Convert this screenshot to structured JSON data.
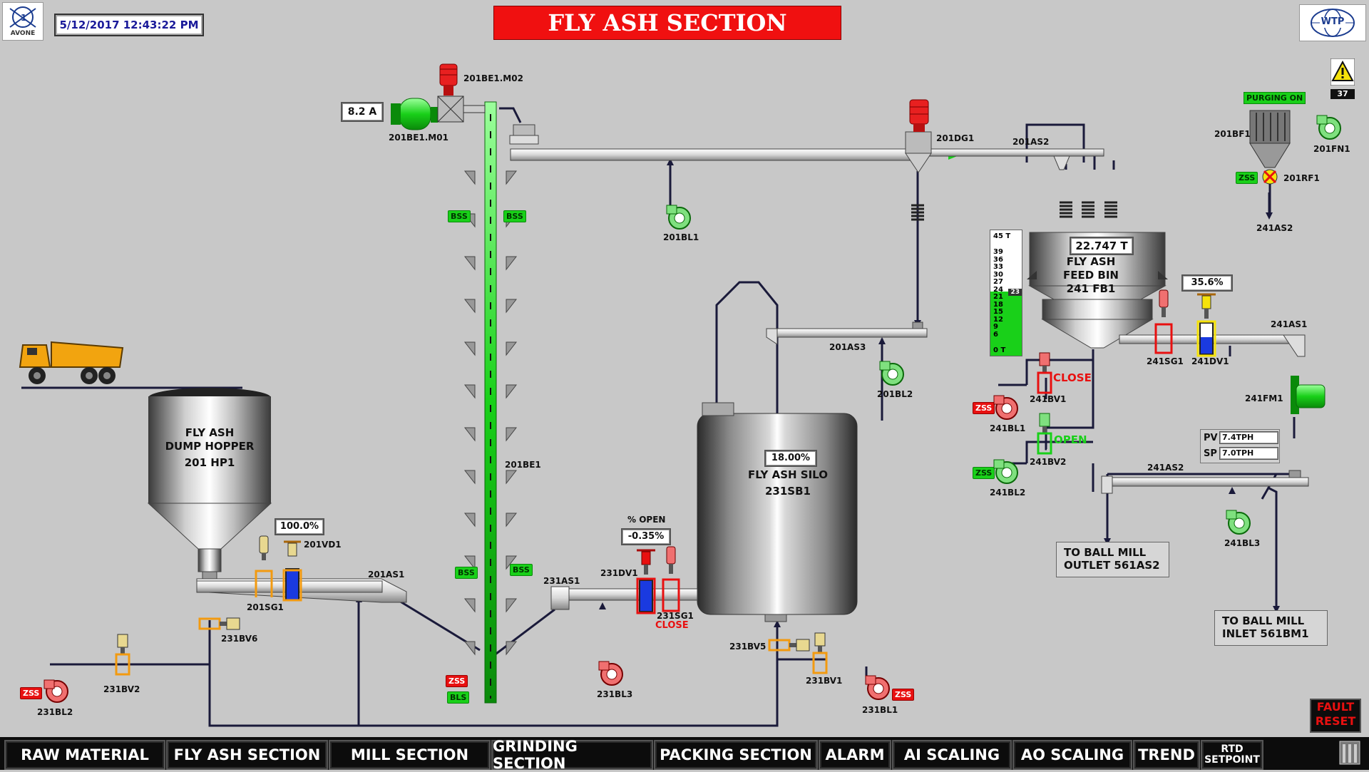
{
  "header": {
    "title": "FLY ASH SECTION",
    "datetime": "5/12/2017 12:43:22 PM",
    "logo_left": "AVONE",
    "logo_right": "WTP",
    "alarm_count": "37"
  },
  "colors": {
    "running": "#19d019",
    "stopped": "#e81010",
    "background": "#c8c8c8"
  },
  "equipment": {
    "be_m02": "201BE1.M02",
    "be_m01": "201BE1.M01",
    "be_current": "8.2 A",
    "bucket_elevator": "201BE1",
    "bl1": "201BL1",
    "dg1": "201DG1",
    "as2": "201AS2",
    "as3": "201AS3",
    "bl2": "201BL2",
    "dump_hopper": {
      "line1": "FLY ASH",
      "line2": "DUMP HOPPER",
      "line3": "201 HP1"
    },
    "vd1": "201VD1",
    "vd1_open": "100.0%",
    "sg1": "201SG1",
    "as1": "201AS1",
    "bv6": "231BV6",
    "bv2_231": "231BV2",
    "bl2_231": "231BL2",
    "pct_open_label": "% OPEN",
    "dv1_231_open": "-0.35%",
    "dv1_231": "231DV1",
    "sg1_231": "231SG1",
    "sg1_231_state": "CLOSE",
    "as1_231": "231AS1",
    "bl3_231": "231BL3",
    "silo": {
      "line1": "FLY ASH SILO",
      "line2": "231SB1",
      "level": "18.00%"
    },
    "bv5_231": "231BV5",
    "bv1_231": "231BV1",
    "bl1_231": "231BL1",
    "feed_bin": {
      "line1": "FLY ASH",
      "line2": "FEED BIN",
      "line3": "241 FB1",
      "weight": "22.747 T"
    },
    "bin_scale": {
      "max": "45 T",
      "ticks": [
        "39",
        "36",
        "33",
        "30",
        "27",
        "24",
        "21",
        "18",
        "15",
        "12",
        "9",
        "6"
      ],
      "min": "0 T",
      "value": "23",
      "value_num": 23
    },
    "dv1_241_open": "35.6%",
    "sg1_241": "241SG1",
    "dv1_241": "241DV1",
    "as1_241": "241AS1",
    "bv1_241": "241BV1",
    "bv1_241_state": "CLOSE",
    "bl1_241": "241BL1",
    "bv2_241": "241BV2",
    "bv2_241_state": "OPEN",
    "bl2_241": "241BL2",
    "fm1_241": "241FM1",
    "pv_label": "PV",
    "pv_value": "7.4TPH",
    "sp_label": "SP",
    "sp_value": "7.0TPH",
    "as2_241": "241AS2",
    "bl3_241": "241BL3",
    "bf1": "201BF1",
    "purging": "PURGING ON",
    "fn1": "201FN1",
    "rf1": "201RF1",
    "as2_241_top": "241AS2",
    "outlet": {
      "line1": "TO BALL MILL",
      "line2": "OUTLET 561AS2"
    },
    "inlet": {
      "line1": "TO BALL MILL",
      "line2": "INLET 561BM1"
    }
  },
  "tags": {
    "bss": "BSS",
    "zss": "ZSS",
    "bls": "BLS"
  },
  "fault_reset": {
    "line1": "FAULT",
    "line2": "RESET"
  },
  "nav": [
    "RAW MATERIAL",
    "FLY ASH SECTION",
    "MILL SECTION",
    "GRINDING SECTION",
    "PACKING SECTION",
    "ALARM",
    "AI SCALING",
    "AO SCALING",
    "TREND"
  ],
  "nav_rtd": {
    "line1": "RTD",
    "line2": "SETPOINT"
  }
}
